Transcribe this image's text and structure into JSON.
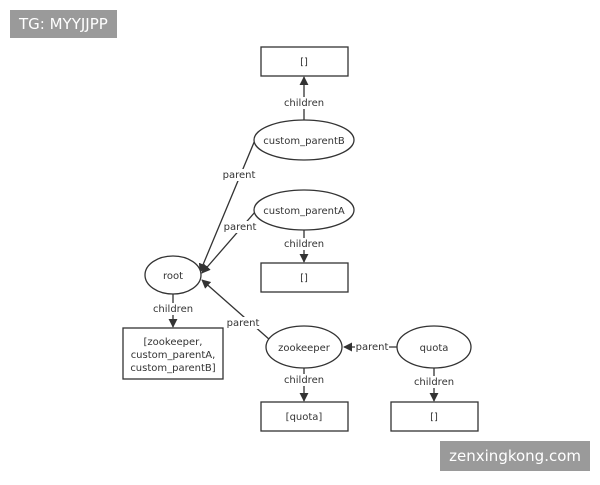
{
  "watermark_top": "TG: MYYJJPP",
  "watermark_bottom": "zenxingkong.com",
  "nodes": {
    "root": "root",
    "custom_parentB": "custom_parentB",
    "custom_parentA": "custom_parentA",
    "zookeeper": "zookeeper",
    "quota": "quota"
  },
  "boxes": {
    "parentB_children": [
      "[]"
    ],
    "parentA_children": [
      "[]"
    ],
    "root_children": [
      "[zookeeper,",
      "custom_parentA,",
      "custom_parentB]"
    ],
    "zookeeper_children": [
      "[quota]"
    ],
    "quota_children": [
      "[]"
    ]
  },
  "edge_labels": {
    "children": "children",
    "parent": "parent"
  },
  "colors": {
    "stroke": "#333333",
    "badge_bg": "#9a9a9a"
  }
}
